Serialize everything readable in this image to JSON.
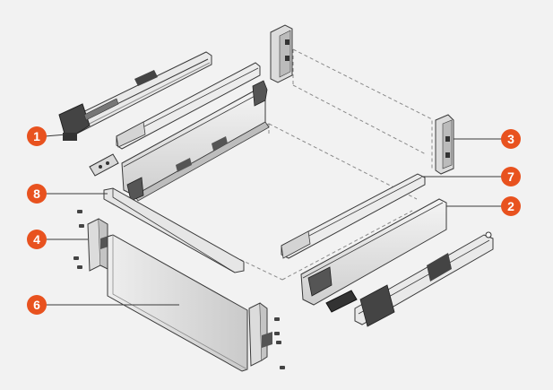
{
  "colors": {
    "background": "#f2f2f2",
    "callout": "#e8521f",
    "line": "#3a3a3a",
    "part_fill": "#e6e6e6",
    "part_dark": "#444444",
    "panel_fill": "#d8d8d8",
    "dashed": "#8a8a8a"
  },
  "callouts": [
    {
      "id": "1",
      "label": "1"
    },
    {
      "id": "2",
      "label": "2"
    },
    {
      "id": "3",
      "label": "3"
    },
    {
      "id": "4",
      "label": "4"
    },
    {
      "id": "6",
      "label": "6"
    },
    {
      "id": "7",
      "label": "7"
    },
    {
      "id": "8",
      "label": "8"
    }
  ]
}
